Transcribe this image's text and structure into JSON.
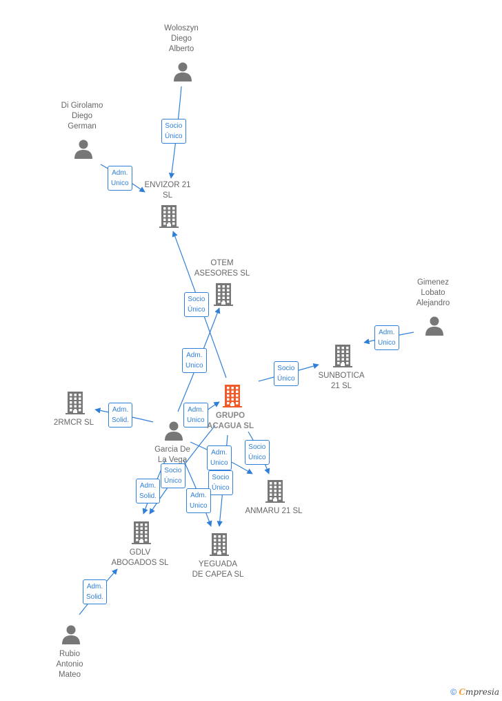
{
  "colors": {
    "edge": "#2f7fd8",
    "node_gray": "#777777",
    "node_highlight": "#f05a28"
  },
  "nodes": [
    {
      "id": "woloszyn",
      "kind": "person",
      "label": "Woloszyn\nDiego\nAlberto"
    },
    {
      "id": "digirolamo",
      "kind": "person",
      "label": "Di Girolamo\nDiego\nGerman"
    },
    {
      "id": "envizor",
      "kind": "company",
      "label": "ENVIZOR 21\nSL"
    },
    {
      "id": "otem",
      "kind": "company",
      "label": "OTEM\nASESORES  SL"
    },
    {
      "id": "gimenez",
      "kind": "person",
      "label": "Gimenez\nLobato\nAlejandro"
    },
    {
      "id": "sunbotica",
      "kind": "company",
      "label": "SUNBOTICA\n21  SL"
    },
    {
      "id": "grupo",
      "kind": "company",
      "highlight": true,
      "label": "GRUPO\nACAGUA  SL"
    },
    {
      "id": "2rmcr",
      "kind": "company",
      "label": "2RMCR  SL"
    },
    {
      "id": "garcia",
      "kind": "person",
      "label": "Garcia De\nLa Vega\nP..."
    },
    {
      "id": "anmaru",
      "kind": "company",
      "label": "ANMARU 21  SL"
    },
    {
      "id": "gdlv",
      "kind": "company",
      "label": "GDLV\nABOGADOS  SL"
    },
    {
      "id": "yeguada",
      "kind": "company",
      "label": "YEGUADA\nDE CAPEA  SL"
    },
    {
      "id": "rubio",
      "kind": "person",
      "label": "Rubio\nAntonio\nMateo"
    }
  ],
  "edges": [
    {
      "from": "woloszyn",
      "to": "envizor",
      "label": "Socio\nÚnico"
    },
    {
      "from": "digirolamo",
      "to": "envizor",
      "label": "Adm.\nUnico"
    },
    {
      "from": "grupo",
      "to": "envizor",
      "label": "Socio\nÚnico"
    },
    {
      "from": "garcia",
      "to": "otem",
      "label": "Adm.\nUnico"
    },
    {
      "from": "gimenez",
      "to": "sunbotica",
      "label": "Adm.\nUnico"
    },
    {
      "from": "grupo",
      "to": "sunbotica",
      "label": "Socio\nÚnico"
    },
    {
      "from": "garcia",
      "to": "2rmcr",
      "label": "Adm.\nSolid."
    },
    {
      "from": "garcia",
      "to": "grupo",
      "label": "Adm.\nUnico"
    },
    {
      "from": "grupo",
      "to": "anmaru",
      "label": "Socio\nÚnico"
    },
    {
      "from": "garcia",
      "to": "anmaru",
      "label": "Adm.\nUnico"
    },
    {
      "from": "grupo",
      "to": "gdlv",
      "label": "Socio\nÚnico"
    },
    {
      "from": "garcia",
      "to": "gdlv",
      "label": "Adm.\nSolid."
    },
    {
      "from": "grupo",
      "to": "yeguada",
      "label": "Socio\nÚnico"
    },
    {
      "from": "garcia",
      "to": "yeguada",
      "label": "Adm.\nUnico"
    },
    {
      "from": "rubio",
      "to": "gdlv",
      "label": "Adm.\nSolid."
    }
  ],
  "copyright": {
    "symbol": "©",
    "brand_initial": "C",
    "brand_rest": "mpresia"
  }
}
